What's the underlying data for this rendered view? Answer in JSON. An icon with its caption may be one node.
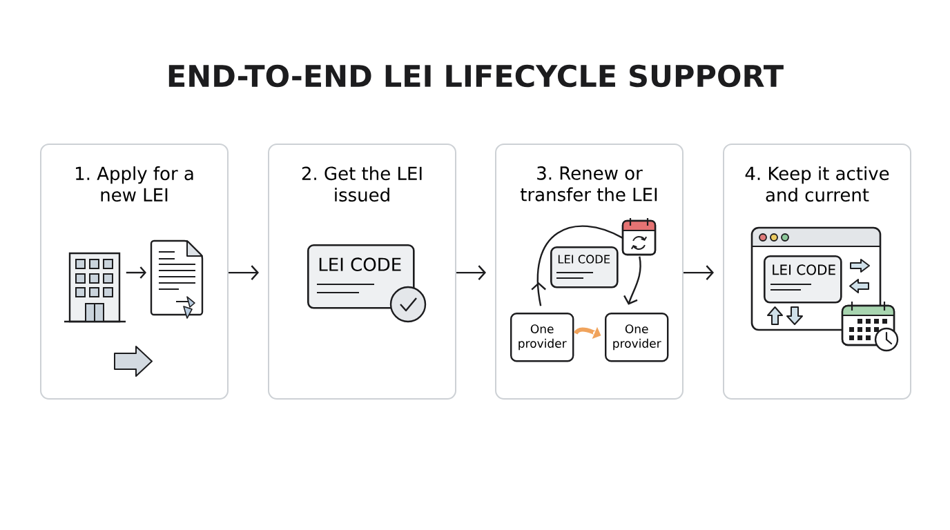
{
  "diagram": {
    "title": "END-TO-END LEI LIFECYCLE SUPPORT",
    "nodes": [
      {
        "text": [
          "1. Apply for a new LEI"
        ]
      },
      {
        "text": [],
        "shape": "picture",
        "in": 0
      },
      {
        "text": [],
        "shape": "picture",
        "in": 0
      },
      {
        "text": [
          "2. Get the LEI issued"
        ]
      },
      {
        "text": [
          "LEI CODE"
        ],
        "in": 3
      },
      {
        "text": [
          "3. Renew or transfer the LEI"
        ]
      },
      {
        "text": [],
        "shape": "picture",
        "in": 5
      },
      {
        "text": [
          "LEI CODE"
        ],
        "in": 5
      },
      {
        "text": [
          "One provider"
        ],
        "in": 5
      },
      {
        "text": [
          "One provider"
        ],
        "in": 5
      },
      {
        "text": [
          "4. Keep it active and current"
        ]
      },
      {
        "text": [
          "LEI CODE"
        ],
        "in": 10
      }
    ],
    "edges": [
      {
        "from": 1,
        "to": 2,
        "arrow": "to"
      },
      {
        "from": 0,
        "to": 3,
        "arrow": "to"
      },
      {
        "from": 3,
        "to": 5,
        "arrow": "to"
      },
      {
        "from": 8,
        "to": 6,
        "arrow": "to"
      },
      {
        "from": 6,
        "to": 9,
        "arrow": "to"
      },
      {
        "from": 8,
        "to": 9,
        "arrow": "to",
        "style": "thick",
        "color": "#f0a35c"
      },
      {
        "from": 5,
        "to": 10,
        "arrow": "to"
      }
    ]
  }
}
